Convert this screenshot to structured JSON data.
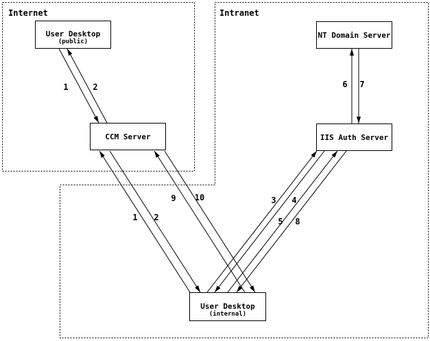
{
  "regions": [
    {
      "label": "Internet"
    },
    {
      "label": "Intranet"
    }
  ],
  "nodes": [
    {
      "label": "User Desktop",
      "sublabel": "(public)"
    },
    {
      "label": "CCM Server"
    },
    {
      "label": "NT Domain Server"
    },
    {
      "label": "IIS Auth Server"
    },
    {
      "label": "User Desktop",
      "sublabel": "(internal)"
    }
  ],
  "connections": [
    {
      "step": "1",
      "from": "user-desktop-public",
      "to": "ccm-server"
    },
    {
      "step": "2",
      "from": "ccm-server",
      "to": "user-desktop-public"
    },
    {
      "step": "1",
      "from": "user-desktop-internal",
      "to": "ccm-server"
    },
    {
      "step": "2",
      "from": "ccm-server",
      "to": "user-desktop-internal"
    },
    {
      "step": "3",
      "from": "user-desktop-internal",
      "to": "iis-auth-server"
    },
    {
      "step": "4",
      "from": "iis-auth-server",
      "to": "user-desktop-internal"
    },
    {
      "step": "5",
      "from": "user-desktop-internal",
      "to": "iis-auth-server"
    },
    {
      "step": "6",
      "from": "iis-auth-server",
      "to": "nt-domain-server"
    },
    {
      "step": "7",
      "from": "nt-domain-server",
      "to": "iis-auth-server"
    },
    {
      "step": "8",
      "from": "iis-auth-server",
      "to": "user-desktop-internal"
    },
    {
      "step": "9",
      "from": "user-desktop-internal",
      "to": "ccm-server"
    },
    {
      "step": "10",
      "from": "ccm-server",
      "to": "user-desktop-internal"
    }
  ],
  "colors": {
    "line": "#000000",
    "background": "#ffffff"
  }
}
